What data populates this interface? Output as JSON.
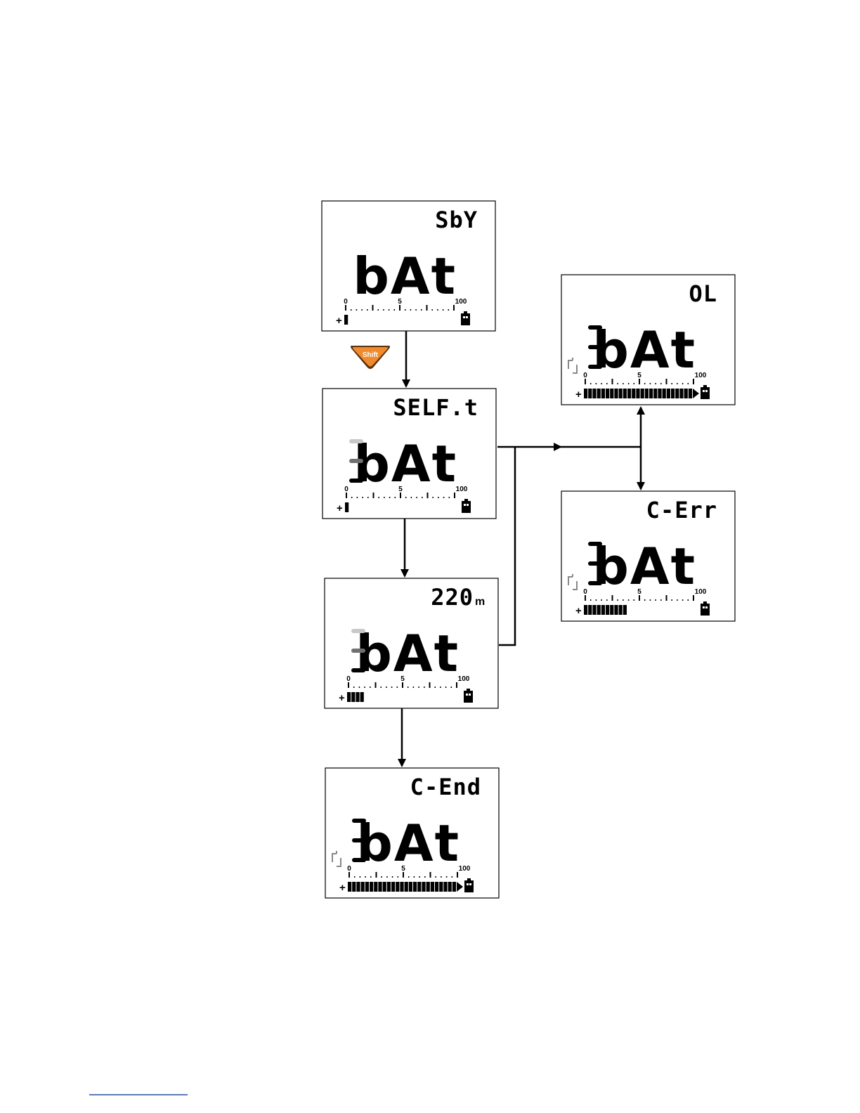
{
  "shift_key": {
    "label": "Shift"
  },
  "displays": [
    {
      "id": "sby",
      "top_text": "SbY",
      "unit": "",
      "main_text": "bAt",
      "bar_fill": 0.02,
      "bar_arrow": false,
      "show_dashes": false,
      "dashes_gray": false,
      "show_rise_icon": false,
      "scale": [
        "0",
        "5",
        "100"
      ],
      "plus": "+"
    },
    {
      "id": "selft",
      "top_text": "SELF.t",
      "unit": "",
      "main_text": "bAt",
      "bar_fill": 0.02,
      "bar_arrow": false,
      "show_dashes": true,
      "dashes_gray": true,
      "show_rise_icon": false,
      "scale": [
        "0",
        "5",
        "100"
      ],
      "plus": "+"
    },
    {
      "id": "220m",
      "top_text": "220",
      "unit": "m",
      "main_text": "bAt",
      "bar_fill": 0.17,
      "bar_arrow": false,
      "show_dashes": true,
      "dashes_gray": true,
      "show_rise_icon": false,
      "scale": [
        "0",
        "5",
        "100"
      ],
      "plus": "+"
    },
    {
      "id": "cend",
      "top_text": "C-End",
      "unit": "",
      "main_text": "bAt",
      "bar_fill": 1.0,
      "bar_arrow": true,
      "show_dashes": true,
      "dashes_gray": false,
      "show_rise_icon": true,
      "scale": [
        "0",
        "5",
        "100"
      ],
      "plus": "+"
    },
    {
      "id": "ol",
      "top_text": "OL",
      "unit": "",
      "main_text": "bAt",
      "bar_fill": 1.0,
      "bar_arrow": true,
      "show_dashes": true,
      "dashes_gray": false,
      "show_rise_icon": true,
      "scale": [
        "0",
        "5",
        "100"
      ],
      "plus": "+"
    },
    {
      "id": "cerr",
      "top_text": "C-Err",
      "unit": "",
      "main_text": "bAt",
      "bar_fill": 0.4,
      "bar_arrow": false,
      "show_dashes": true,
      "dashes_gray": false,
      "show_rise_icon": true,
      "scale": [
        "0",
        "5",
        "100"
      ],
      "plus": "+"
    }
  ],
  "colors": {
    "shift_key": "#f08a2c",
    "arrow": "#000000",
    "gray_dash": "#c8c8c8",
    "mid_dash": "#707070"
  }
}
